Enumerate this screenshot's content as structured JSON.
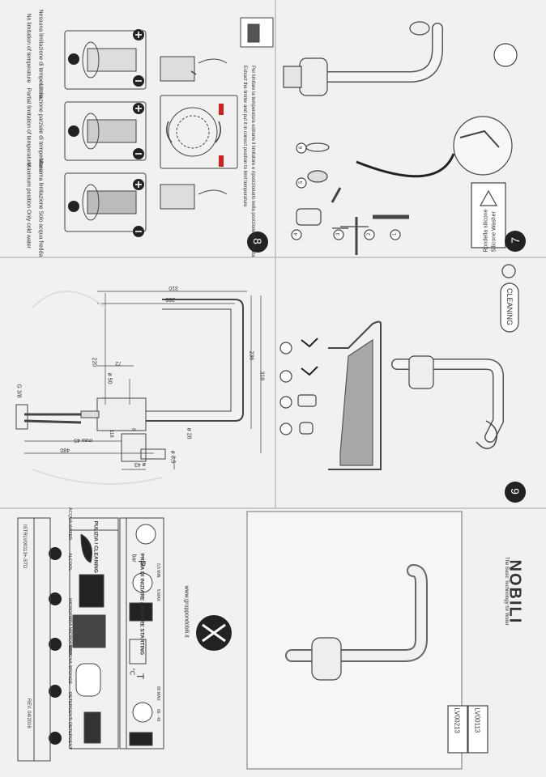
{
  "brand": {
    "name": "NOBILI",
    "tagline": "The Basic Technology for Water",
    "website": "www.gruppondobili.it"
  },
  "codes": {
    "model_1": "LV00113",
    "model_2": "LV00213",
    "doc_code": "ISTRLV00113+-STD",
    "revision": "REV. 04/2016"
  },
  "page_numbers": {
    "p7": "7",
    "p8": "8",
    "p9": "9"
  },
  "section8": {
    "rows": [
      {
        "it": "Nessuna limitazione di temperatura",
        "en": "No limitation of temperature"
      },
      {
        "it": "Limitazione parziale di temperatura",
        "en": "Partial limitation of temperature"
      },
      {
        "it": "Massima limitazione Solo acqua fredda",
        "en": "Maximum position Only cold water"
      }
    ],
    "instruction_it": "Per limitare la temperatura estrarre il limitatore e riposizionarlo nella posizione desiderata",
    "instruction_en": "Extract the limiter and put it in correct position to limit temperature"
  },
  "section7": {
    "warning": "Rondella silicone",
    "warning_en": "Silicone Washer",
    "steps": [
      "1",
      "2",
      "3",
      "4",
      "5",
      "6"
    ]
  },
  "section9": {
    "title": "CLEANING"
  },
  "dimensions": {
    "d310": "310",
    "d280": "280",
    "d236": "236",
    "d318": "318",
    "d220": "220",
    "d72": "72",
    "d50": "ø 50",
    "d28": "ø 28",
    "d43": "ø 43",
    "d85": "ø 8,5",
    "d118": "118",
    "d45": "max 45",
    "d480": "480",
    "d38": "G 3/8",
    "d8": "8"
  },
  "before_starting": {
    "title": "PRIMA DI INIZIARE / BEFORE STARTING",
    "pressure": "P",
    "unit_bar": "bar",
    "min": "0,5 MIN",
    "max": "5 MAX",
    "temp": "T",
    "unit_c": "°C",
    "t_max": "80 MAX",
    "t_range": "65 - 45"
  },
  "cleaning": {
    "title": "PULIZIA / CLEANING",
    "items": [
      {
        "label": "ACQUA WATER",
        "ok": true
      },
      {
        "label": "ALCOOL",
        "ok": true
      },
      {
        "label": "MICROFIBRA MICROFIBER",
        "ok": true
      },
      {
        "label": "SPUGNA SPONGE",
        "ok": false
      },
      {
        "label": "DETERGENTI DETERGENT",
        "ok": false
      }
    ]
  }
}
